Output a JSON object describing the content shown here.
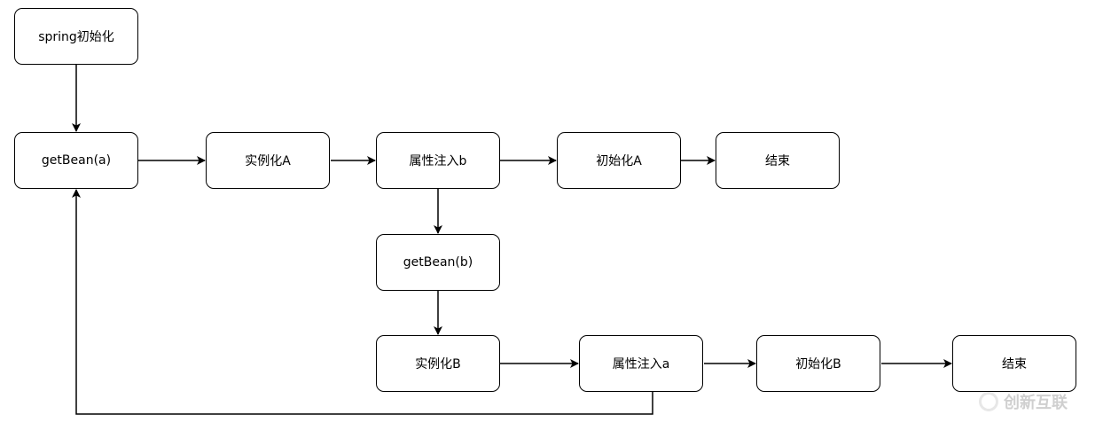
{
  "nodes": {
    "spring_init": "spring初始化",
    "get_bean_a": "getBean(a)",
    "instantiate_a": "实例化A",
    "inject_b": "属性注入b",
    "init_a": "初始化A",
    "end_1": "结束",
    "get_bean_b": "getBean(b)",
    "instantiate_b": "实例化B",
    "inject_a": "属性注入a",
    "init_b": "初始化B",
    "end_2": "结束"
  },
  "watermark": {
    "text": "创新互联"
  },
  "colors": {
    "stroke": "#000000",
    "background": "#ffffff"
  }
}
